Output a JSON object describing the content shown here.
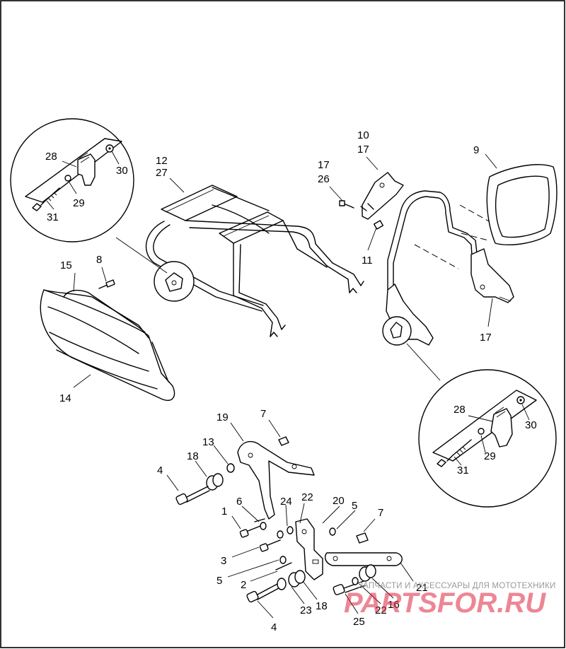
{
  "diagram": {
    "callouts": {
      "c12": "12",
      "c27": "27",
      "c10": "10",
      "c17a": "17",
      "c9": "9",
      "c17b": "17",
      "c26": "26",
      "c28a": "28",
      "c30a": "30",
      "c29a": "29",
      "c31a": "31",
      "c11": "11",
      "c15": "15",
      "c8": "8",
      "c14": "14",
      "c17c": "17",
      "c28b": "28",
      "c30b": "30",
      "c29b": "29",
      "c31b": "31",
      "c19": "19",
      "c7a": "7",
      "c13": "13",
      "c18a": "18",
      "c4a": "4",
      "c6": "6",
      "c24": "24",
      "c22a": "22",
      "c20": "20",
      "c5a": "5",
      "c7b": "7",
      "c1": "1",
      "c3": "3",
      "c5b": "5",
      "c2": "2",
      "c23": "23",
      "c18b": "18",
      "c4b": "4",
      "c25": "25",
      "c22b": "22",
      "c16": "16",
      "c21": "21"
    }
  },
  "watermark": {
    "caption": "ЗАПЧАСТИ И АКСЕССУАРЫ ДЛЯ МОТОТЕХНИКИ",
    "logo": "PARTSFOR.RU"
  }
}
